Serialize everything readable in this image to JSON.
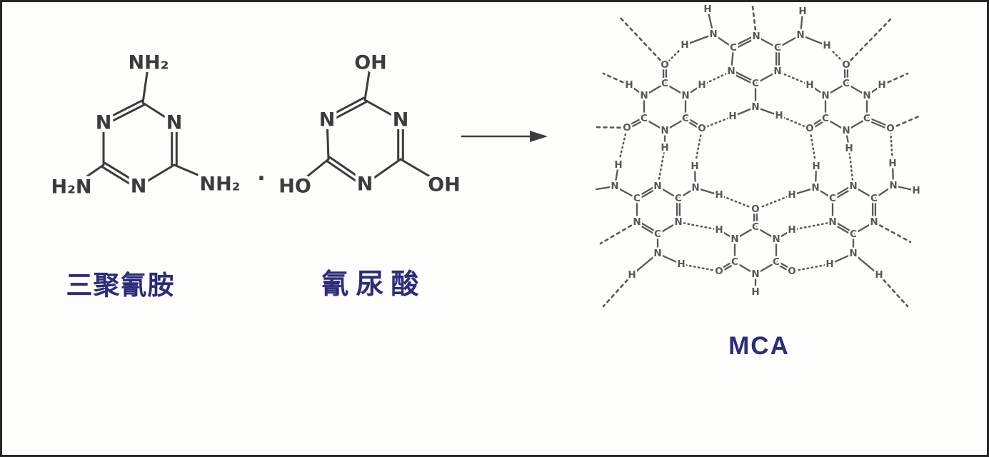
{
  "labels": {
    "melamine": "三聚氰胺",
    "cyanuric_acid": "氰尿酸",
    "product": "MCA",
    "separator": "·"
  },
  "colors": {
    "background": "#fdfdfc",
    "border": "#262626",
    "structure_ink": "#3c3c3c",
    "network_ink": "#585858",
    "label_text": "#2c2c7c"
  },
  "molecules": {
    "melamine": {
      "atoms": [
        [
          "nh2t",
          "NH₂",
          150,
          33
        ],
        [
          "ct",
          "",
          142,
          89
        ],
        [
          "nul",
          "N",
          87,
          117
        ],
        [
          "nur",
          "N",
          186,
          117
        ],
        [
          "cll",
          "",
          87,
          176
        ],
        [
          "clr",
          "",
          186,
          176
        ],
        [
          "nb",
          "N",
          136,
          206
        ],
        [
          "h2n",
          "H₂N",
          42,
          207
        ],
        [
          "nh2r",
          "NH₂",
          250,
          203
        ]
      ],
      "bonds": [
        [
          "nh2t",
          "ct",
          "s"
        ],
        [
          "ct",
          "nul",
          "d"
        ],
        [
          "nul",
          "cll",
          "s"
        ],
        [
          "cll",
          "nb",
          "d"
        ],
        [
          "nb",
          "clr",
          "s"
        ],
        [
          "clr",
          "nur",
          "d"
        ],
        [
          "nur",
          "ct",
          "s"
        ],
        [
          "cll",
          "h2n",
          "s"
        ],
        [
          "clr",
          "nh2r",
          "s"
        ]
      ]
    },
    "cyanuric_acid": {
      "atoms": [
        [
          "oht",
          "OH",
          141,
          33
        ],
        [
          "ct",
          "",
          133,
          85
        ],
        [
          "nul",
          "N",
          80,
          113
        ],
        [
          "nur",
          "N",
          183,
          113
        ],
        [
          "cll",
          "",
          82,
          168
        ],
        [
          "clr",
          "",
          183,
          168
        ],
        [
          "nb",
          "N",
          133,
          203
        ],
        [
          "hol",
          "HO",
          35,
          206
        ],
        [
          "ohr",
          "OH",
          244,
          204
        ]
      ],
      "bonds": [
        [
          "oht",
          "ct",
          "s"
        ],
        [
          "ct",
          "nul",
          "d"
        ],
        [
          "nul",
          "cll",
          "s"
        ],
        [
          "cll",
          "nb",
          "d"
        ],
        [
          "nb",
          "clr",
          "s"
        ],
        [
          "clr",
          "nur",
          "d"
        ],
        [
          "nur",
          "ct",
          "s"
        ],
        [
          "cll",
          "hol",
          "s"
        ],
        [
          "clr",
          "ohr",
          "s"
        ]
      ]
    },
    "mca_network": {
      "atoms": [
        [
          "mt1",
          "N",
          238,
          48
        ],
        [
          "mt2",
          "C",
          206,
          64
        ],
        [
          "mt3",
          "N",
          203,
          97
        ],
        [
          "mt4",
          "C",
          237,
          114
        ],
        [
          "mt5",
          "N",
          268,
          97
        ],
        [
          "mt6",
          "C",
          268,
          64
        ],
        [
          "mta",
          "N",
          237,
          147
        ],
        [
          "mth1",
          "H",
          205,
          160
        ],
        [
          "mth2",
          "H",
          270,
          159
        ],
        [
          "mtb",
          "N",
          178,
          45
        ],
        [
          "mtbh1",
          "H",
          170,
          10
        ],
        [
          "mtbh2",
          "H",
          138,
          60
        ],
        [
          "mtc",
          "N",
          300,
          46
        ],
        [
          "mtch1",
          "H",
          303,
          13
        ],
        [
          "mtch2",
          "H",
          337,
          61
        ],
        [
          "cu1",
          "C",
          110,
          114
        ],
        [
          "cu2",
          "N",
          81,
          131
        ],
        [
          "cu3",
          "C",
          81,
          163
        ],
        [
          "cu4",
          "N",
          110,
          180
        ],
        [
          "cu5",
          "C",
          139,
          163
        ],
        [
          "cu6",
          "N",
          139,
          131
        ],
        [
          "cuo1",
          "O",
          110,
          88
        ],
        [
          "cuo2",
          "O",
          57,
          176
        ],
        [
          "cuo3",
          "O",
          162,
          177
        ],
        [
          "cu2h",
          "H",
          60,
          116
        ],
        [
          "cu4h",
          "H",
          110,
          204
        ],
        [
          "cu6h",
          "H",
          162,
          116
        ],
        [
          "cr1",
          "C",
          364,
          114
        ],
        [
          "cr2",
          "N",
          393,
          131
        ],
        [
          "cr3",
          "C",
          393,
          163
        ],
        [
          "cr4",
          "N",
          364,
          180
        ],
        [
          "cr5",
          "C",
          335,
          163
        ],
        [
          "cr6",
          "N",
          335,
          131
        ],
        [
          "cro1",
          "O",
          364,
          88
        ],
        [
          "cro2",
          "O",
          426,
          177
        ],
        [
          "cro3",
          "O",
          313,
          177
        ],
        [
          "cr2h",
          "H",
          414,
          116
        ],
        [
          "cr4h",
          "H",
          368,
          205
        ],
        [
          "cr6h",
          "H",
          313,
          116
        ],
        [
          "ml1",
          "N",
          100,
          258
        ],
        [
          "ml2",
          "C",
          71,
          275
        ],
        [
          "ml3",
          "N",
          71,
          308
        ],
        [
          "ml4",
          "C",
          100,
          325
        ],
        [
          "ml5",
          "N",
          129,
          308
        ],
        [
          "ml6",
          "C",
          129,
          275
        ],
        [
          "mlv",
          "N",
          153,
          260
        ],
        [
          "mlvh1",
          "H",
          152,
          230
        ],
        [
          "mlvh2",
          "H",
          186,
          270
        ],
        [
          "mla",
          "N",
          40,
          258
        ],
        [
          "mlah1",
          "H",
          45,
          228
        ],
        [
          "mlb",
          "N",
          100,
          352
        ],
        [
          "mlbh1",
          "H",
          64,
          382
        ],
        [
          "mlbh2",
          "H",
          133,
          367
        ],
        [
          "mr1",
          "N",
          374,
          258
        ],
        [
          "mr2",
          "C",
          345,
          275
        ],
        [
          "mr3",
          "N",
          345,
          308
        ],
        [
          "mr4",
          "C",
          374,
          325
        ],
        [
          "mr5",
          "N",
          403,
          308
        ],
        [
          "mr6",
          "C",
          403,
          275
        ],
        [
          "mrv",
          "N",
          321,
          260
        ],
        [
          "mrvh1",
          "H",
          322,
          230
        ],
        [
          "mrvh2",
          "H",
          288,
          270
        ],
        [
          "mra",
          "N",
          430,
          257
        ],
        [
          "mrah1",
          "H",
          429,
          226
        ],
        [
          "mrah2",
          "H",
          462,
          264
        ],
        [
          "mrb",
          "N",
          374,
          352
        ],
        [
          "mrbh1",
          "H",
          410,
          382
        ],
        [
          "mrbh2",
          "H",
          341,
          367
        ],
        [
          "cb1",
          "C",
          237,
          315
        ],
        [
          "cb2",
          "N",
          208,
          332
        ],
        [
          "cb3",
          "C",
          208,
          364
        ],
        [
          "cb4",
          "N",
          237,
          381
        ],
        [
          "cb5",
          "C",
          266,
          364
        ],
        [
          "cb6",
          "N",
          266,
          332
        ],
        [
          "cbo1",
          "O",
          237,
          290
        ],
        [
          "cbo2",
          "O",
          186,
          377
        ],
        [
          "cbo3",
          "O",
          288,
          377
        ],
        [
          "cb2h",
          "H",
          186,
          319
        ],
        [
          "cb4h",
          "H",
          237,
          406
        ],
        [
          "cb6h",
          "H",
          288,
          319
        ],
        [
          "z1",
          "",
          46,
          20
        ],
        [
          "z2",
          "",
          426,
          24
        ],
        [
          "z3",
          "",
          12,
          175
        ],
        [
          "z4",
          "",
          468,
          159
        ],
        [
          "z5",
          "",
          20,
          338
        ],
        [
          "z6",
          "",
          454,
          336
        ],
        [
          "z7",
          "",
          24,
          426
        ],
        [
          "z8",
          "",
          450,
          426
        ],
        [
          "z9",
          "",
          233,
          6
        ],
        [
          "z10",
          "",
          14,
          262
        ],
        [
          "z11",
          "",
          24,
          100
        ],
        [
          "z12",
          "",
          450,
          100
        ]
      ],
      "bonds": [
        [
          "mt1",
          "mt2",
          "d"
        ],
        [
          "mt2",
          "mt3",
          "s"
        ],
        [
          "mt3",
          "mt4",
          "d"
        ],
        [
          "mt4",
          "mt5",
          "s"
        ],
        [
          "mt5",
          "mt6",
          "d"
        ],
        [
          "mt6",
          "mt1",
          "s"
        ],
        [
          "mt4",
          "mta",
          "s"
        ],
        [
          "mta",
          "mth1",
          "s"
        ],
        [
          "mta",
          "mth2",
          "s"
        ],
        [
          "mt2",
          "mtb",
          "s"
        ],
        [
          "mtb",
          "mtbh1",
          "s"
        ],
        [
          "mtb",
          "mtbh2",
          "s"
        ],
        [
          "mt6",
          "mtc",
          "s"
        ],
        [
          "mtc",
          "mtch1",
          "s"
        ],
        [
          "mtc",
          "mtch2",
          "s"
        ],
        [
          "mth1",
          "cuo3",
          "h"
        ],
        [
          "mth2",
          "cro3",
          "h"
        ],
        [
          "mtbh2",
          "cuo1",
          "h"
        ],
        [
          "mtch2",
          "cro1",
          "h"
        ],
        [
          "mt1",
          "z9",
          "t"
        ],
        [
          "cu1",
          "cu2",
          "s"
        ],
        [
          "cu2",
          "cu3",
          "s"
        ],
        [
          "cu3",
          "cu4",
          "s"
        ],
        [
          "cu4",
          "cu5",
          "s"
        ],
        [
          "cu5",
          "cu6",
          "s"
        ],
        [
          "cu6",
          "cu1",
          "s"
        ],
        [
          "cu1",
          "cuo1",
          "d"
        ],
        [
          "cu3",
          "cuo2",
          "d"
        ],
        [
          "cu5",
          "cuo3",
          "d"
        ],
        [
          "cu2",
          "cu2h",
          "s"
        ],
        [
          "cu4",
          "cu4h",
          "s"
        ],
        [
          "cu6",
          "cu6h",
          "s"
        ],
        [
          "cu6h",
          "mt3",
          "h"
        ],
        [
          "cu4h",
          "ml1",
          "h"
        ],
        [
          "cuo1",
          "z1",
          "t"
        ],
        [
          "cuo2",
          "z3",
          "t"
        ],
        [
          "cu2h",
          "z11",
          "t"
        ],
        [
          "cr1",
          "cr2",
          "s"
        ],
        [
          "cr2",
          "cr3",
          "s"
        ],
        [
          "cr3",
          "cr4",
          "s"
        ],
        [
          "cr4",
          "cr5",
          "s"
        ],
        [
          "cr5",
          "cr6",
          "s"
        ],
        [
          "cr6",
          "cr1",
          "s"
        ],
        [
          "cr1",
          "cro1",
          "d"
        ],
        [
          "cr3",
          "cro2",
          "d"
        ],
        [
          "cr5",
          "cro3",
          "d"
        ],
        [
          "cr2",
          "cr2h",
          "s"
        ],
        [
          "cr4",
          "cr4h",
          "s"
        ],
        [
          "cr6",
          "cr6h",
          "s"
        ],
        [
          "cr6h",
          "mt5",
          "h"
        ],
        [
          "cr4h",
          "mr1",
          "h"
        ],
        [
          "cro1",
          "z2",
          "t"
        ],
        [
          "cro2",
          "z4",
          "t"
        ],
        [
          "cr2h",
          "z12",
          "t"
        ],
        [
          "ml1",
          "ml2",
          "d"
        ],
        [
          "ml2",
          "ml3",
          "s"
        ],
        [
          "ml3",
          "ml4",
          "d"
        ],
        [
          "ml4",
          "ml5",
          "s"
        ],
        [
          "ml5",
          "ml6",
          "d"
        ],
        [
          "ml6",
          "ml1",
          "s"
        ],
        [
          "ml6",
          "mlv",
          "s"
        ],
        [
          "mlv",
          "mlvh1",
          "s"
        ],
        [
          "mlv",
          "mlvh2",
          "s"
        ],
        [
          "ml2",
          "mla",
          "s"
        ],
        [
          "mla",
          "mlah1",
          "s"
        ],
        [
          "mla",
          "z10",
          "s"
        ],
        [
          "ml4",
          "mlb",
          "s"
        ],
        [
          "mlb",
          "mlbh1",
          "s"
        ],
        [
          "mlb",
          "mlbh2",
          "s"
        ],
        [
          "mlvh1",
          "cuo3",
          "h"
        ],
        [
          "mlvh2",
          "cbo1",
          "h"
        ],
        [
          "mlah1",
          "cuo2",
          "h"
        ],
        [
          "mlbh2",
          "cbo2",
          "h"
        ],
        [
          "ml3",
          "z5",
          "t"
        ],
        [
          "mlbh1",
          "z7",
          "t"
        ],
        [
          "mr1",
          "mr2",
          "d"
        ],
        [
          "mr2",
          "mr3",
          "s"
        ],
        [
          "mr3",
          "mr4",
          "d"
        ],
        [
          "mr4",
          "mr5",
          "s"
        ],
        [
          "mr5",
          "mr6",
          "d"
        ],
        [
          "mr6",
          "mr1",
          "s"
        ],
        [
          "mr2",
          "mrv",
          "s"
        ],
        [
          "mrv",
          "mrvh1",
          "s"
        ],
        [
          "mrv",
          "mrvh2",
          "s"
        ],
        [
          "mr6",
          "mra",
          "s"
        ],
        [
          "mra",
          "mrah1",
          "s"
        ],
        [
          "mra",
          "mrah2",
          "s"
        ],
        [
          "mr4",
          "mrb",
          "s"
        ],
        [
          "mrb",
          "mrbh1",
          "s"
        ],
        [
          "mrb",
          "mrbh2",
          "s"
        ],
        [
          "mrvh1",
          "cro3",
          "h"
        ],
        [
          "mrvh2",
          "cbo1",
          "h"
        ],
        [
          "mrah1",
          "cro2",
          "h"
        ],
        [
          "mrbh2",
          "cbo3",
          "h"
        ],
        [
          "mr5",
          "z6",
          "t"
        ],
        [
          "mrbh1",
          "z8",
          "t"
        ],
        [
          "cb1",
          "cb2",
          "s"
        ],
        [
          "cb2",
          "cb3",
          "s"
        ],
        [
          "cb3",
          "cb4",
          "s"
        ],
        [
          "cb4",
          "cb5",
          "s"
        ],
        [
          "cb5",
          "cb6",
          "s"
        ],
        [
          "cb6",
          "cb1",
          "s"
        ],
        [
          "cb1",
          "cbo1",
          "d"
        ],
        [
          "cb3",
          "cbo2",
          "d"
        ],
        [
          "cb5",
          "cbo3",
          "d"
        ],
        [
          "cb2",
          "cb2h",
          "s"
        ],
        [
          "cb4",
          "cb4h",
          "s"
        ],
        [
          "cb6",
          "cb6h",
          "s"
        ],
        [
          "cb2h",
          "ml5",
          "h"
        ],
        [
          "cb6h",
          "mr3",
          "h"
        ]
      ]
    }
  },
  "arrow": {
    "direction": "right"
  }
}
